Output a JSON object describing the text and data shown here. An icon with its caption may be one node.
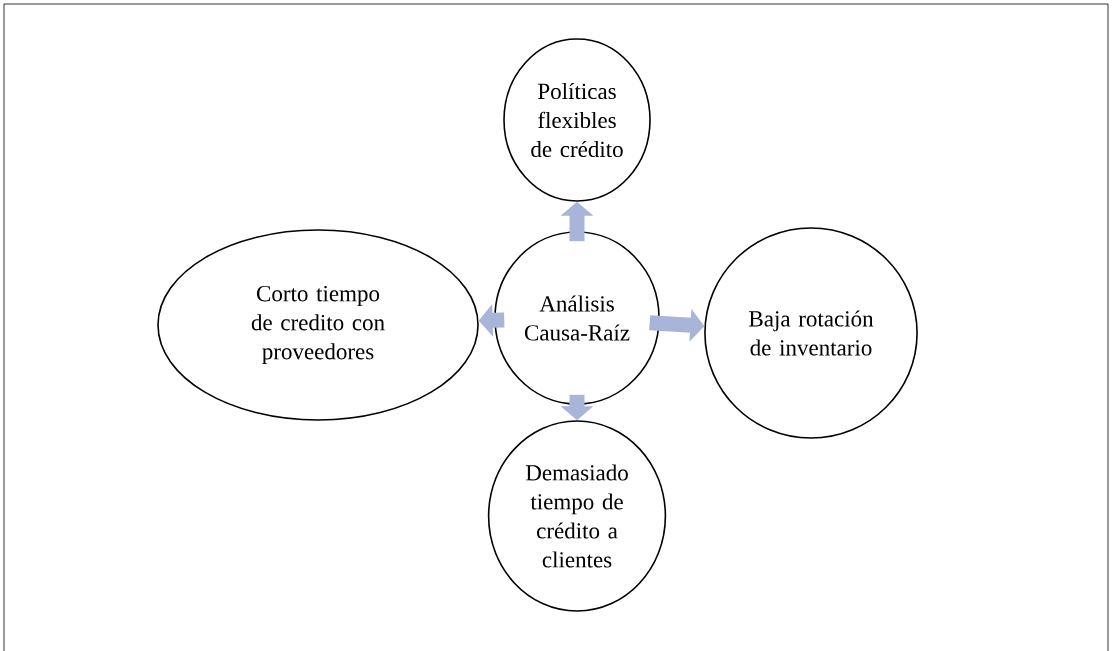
{
  "diagram": {
    "nodes": [
      {
        "text": [
          "Análisis Causa-Raíz"
        ]
      },
      {
        "text": [
          "Políticas flexibles de crédito"
        ]
      },
      {
        "text": [
          "Baja rotación de inventario"
        ]
      },
      {
        "text": [
          "Demasiado tiempo de crédito a clientes"
        ]
      },
      {
        "text": [
          "Corto tiempo de credito con proveedores"
        ]
      }
    ],
    "edges": [
      {
        "from": 0,
        "to": 1,
        "arrow": "to"
      },
      {
        "from": 0,
        "to": 2,
        "arrow": "to"
      },
      {
        "from": 0,
        "to": 3,
        "arrow": "to"
      },
      {
        "from": 0,
        "to": 4,
        "arrow": "to"
      }
    ]
  }
}
